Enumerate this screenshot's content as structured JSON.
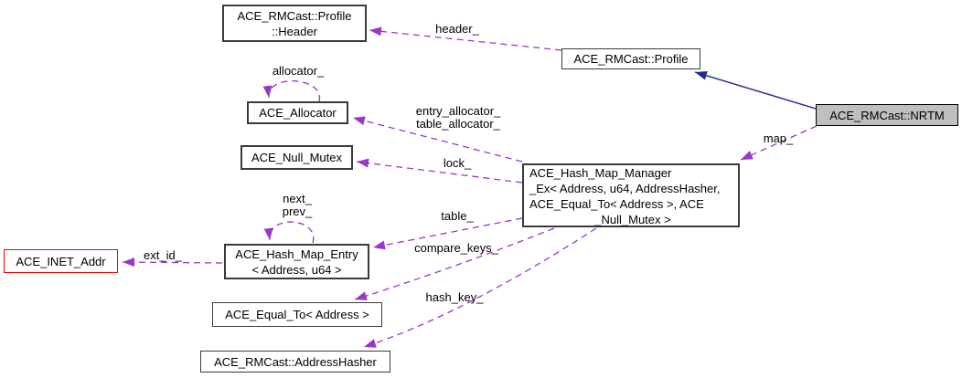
{
  "diagram": {
    "type": "doxygen-collaboration-graph",
    "nodes": {
      "profile_header": {
        "line1": "ACE_RMCast::Profile",
        "line2": "::Header"
      },
      "profile": {
        "label": "ACE_RMCast::Profile"
      },
      "nrtm": {
        "label": "ACE_RMCast::NRTM"
      },
      "allocator": {
        "label": "ACE_Allocator"
      },
      "null_mutex": {
        "label": "ACE_Null_Mutex"
      },
      "hash_map_manager": {
        "line1": "ACE_Hash_Map_Manager",
        "line2": "_Ex< Address, u64, AddressHasher,",
        "line3": "ACE_Equal_To< Address >, ACE",
        "line4": "_Null_Mutex >"
      },
      "hash_map_entry": {
        "line1": "ACE_Hash_Map_Entry",
        "line2": "< Address, u64 >"
      },
      "inet_addr": {
        "label": "ACE_INET_Addr"
      },
      "equal_to": {
        "label": "ACE_Equal_To< Address >"
      },
      "address_hasher": {
        "label": "ACE_RMCast::AddressHasher"
      }
    },
    "edge_labels": {
      "header": "header_",
      "allocator_self": "allocator_",
      "entry_allocator": "entry_allocator_",
      "table_allocator": "table_allocator_",
      "lock": "lock_",
      "map": "map_",
      "next": "next_",
      "prev": "prev_",
      "table": "table_",
      "compare_keys": "compare_keys_",
      "hash_key": "hash_key_",
      "ext_id": "ext_id_"
    },
    "colors": {
      "usage_edge_dashed": "#9a36cc",
      "inheritance_edge_solid": "#232a87",
      "highlight_node_fill": "#bfbfbf",
      "truncated_node_border": "#fe0000",
      "node_border": "#3a3a3a",
      "background": "#ffffff"
    }
  }
}
